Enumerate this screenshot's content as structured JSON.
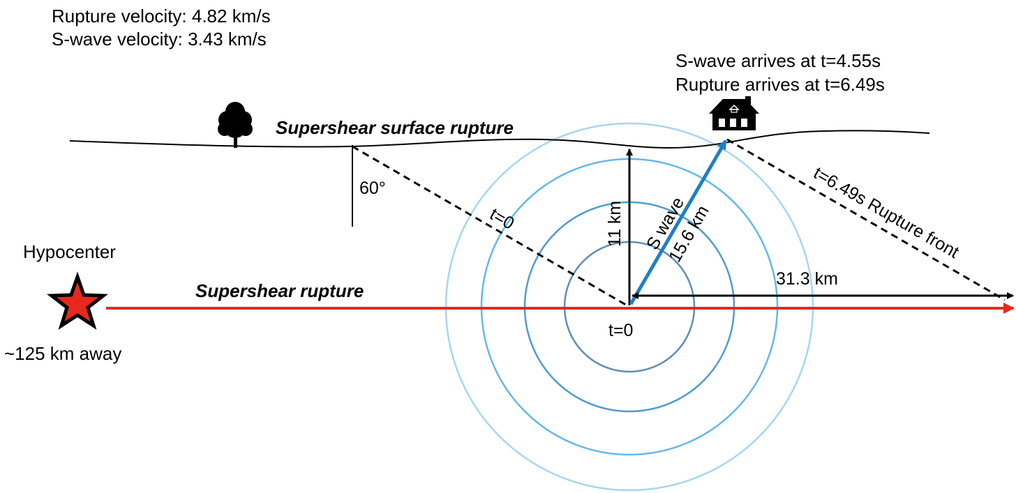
{
  "parameters": {
    "rupture_velocity": "Rupture velocity: 4.82 km/s",
    "s_wave_velocity": "S-wave velocity: 3.43 km/s"
  },
  "arrivals": {
    "s_wave": "S-wave arrives at t=4.55s",
    "rupture": "Rupture arrives at t=6.49s"
  },
  "labels": {
    "surface_rupture": "Supershear surface rupture",
    "supershear_rupture": "Supershear rupture",
    "hypocenter": "Hypocenter",
    "hypocenter_distance": "~125 km away",
    "angle": "60°",
    "t0_front": "t=0",
    "t0_origin": "t=0",
    "depth": "11 km",
    "s_wave": "S wave",
    "s_wave_distance": "15.6 km",
    "horizontal_distance": "31.3 km",
    "rupture_front": "t=6.49s  Rupture front"
  },
  "icons": {
    "tree": "tree-icon",
    "house": "house-icon",
    "hypocenter": "star-icon"
  },
  "colors": {
    "rupture": "#e8281e",
    "s_wave_arrow": "#1f7fc4",
    "wavefront_1": "#5e8fb3",
    "wavefront_2": "#4f9ccf",
    "wavefront_3": "#63b8ea",
    "wavefront_4": "#a6d6f2",
    "star_fill": "#e8281e"
  }
}
